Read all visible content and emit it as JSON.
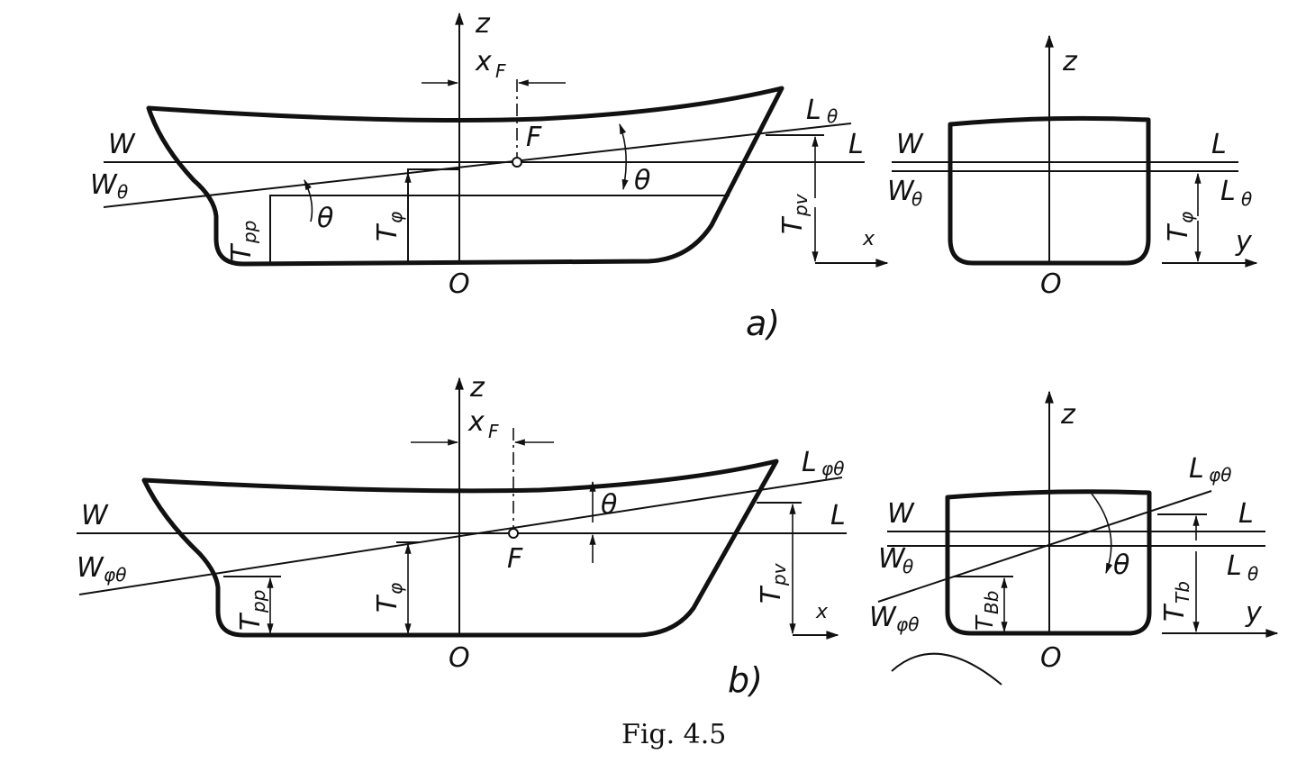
{
  "caption": "Fig. 4.5",
  "panel_a": {
    "label": "a)",
    "axis_z": "z",
    "axis_x": "x",
    "axis_y": "y",
    "origin": "O",
    "origin_section": "O",
    "x_f": "x",
    "x_f_sub": "F",
    "point_f": "F",
    "waterline_w": "W",
    "waterline_l": "L",
    "inclined_w": "W",
    "inclined_w_sub": "θ",
    "inclined_l": "L",
    "inclined_l_sub": "θ",
    "theta_1": "θ",
    "theta_2": "θ",
    "t_pp": "T",
    "t_pp_sub": "pp",
    "t_phi": "T",
    "t_phi_sub": "φ",
    "t_pv": "T",
    "t_pv_sub": "pv",
    "section_w": "W",
    "section_l": "L",
    "section_w_theta": "W",
    "section_w_theta_sub": "θ",
    "section_l_theta": "L",
    "section_l_theta_sub": "θ",
    "section_t_phi": "T",
    "section_t_phi_sub": "φ"
  },
  "panel_b": {
    "label": "b)",
    "axis_z": "z",
    "axis_x": "x",
    "axis_y": "y",
    "origin": "O",
    "origin_section": "O",
    "x_f": "x",
    "x_f_sub": "F",
    "point_f": "F",
    "waterline_w": "W",
    "waterline_l": "L",
    "inclined_w": "W",
    "inclined_w_sub": "φθ",
    "inclined_l": "L",
    "inclined_l_sub": "φθ",
    "theta_1": "θ",
    "t_pp": "T",
    "t_pp_sub": "pp",
    "t_phi": "T",
    "t_phi_sub": "φ",
    "t_pv": "T",
    "t_pv_sub": "pv",
    "section_w": "W",
    "section_l": "L",
    "section_w_theta": "W",
    "section_w_theta_sub": "θ",
    "section_l_theta": "L",
    "section_l_theta_sub": "θ",
    "section_w_phitheta": "W",
    "section_w_phitheta_sub": "φθ",
    "section_l_phitheta": "L",
    "section_l_phitheta_sub": "φθ",
    "section_theta": "θ",
    "section_t_bb": "T",
    "section_t_bb_sub": "Bb",
    "section_t_tb": "T",
    "section_t_tb_sub": "Tb"
  }
}
